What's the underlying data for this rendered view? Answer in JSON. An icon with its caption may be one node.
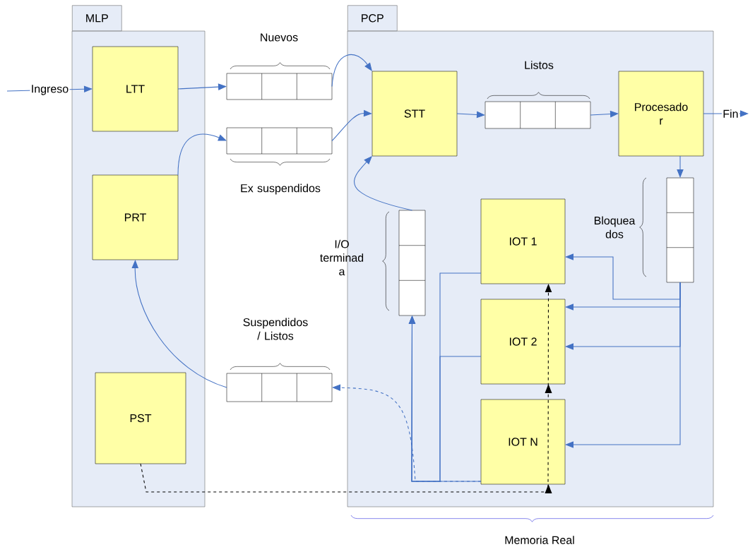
{
  "diagram": {
    "nodes": [
      {
        "text": [
          "MLP"
        ]
      },
      {
        "text": [
          "PCP"
        ]
      },
      {
        "text": [
          "LTT"
        ],
        "in": 0
      },
      {
        "text": [
          "PRT"
        ],
        "in": 0
      },
      {
        "text": [
          "PST"
        ],
        "in": 0
      },
      {
        "text": [
          "STT"
        ],
        "in": 1
      },
      {
        "text": [
          "Procesado r"
        ],
        "in": 1
      },
      {
        "text": [
          "IOT 1"
        ],
        "in": 1
      },
      {
        "text": [
          "IOT 2"
        ],
        "in": 1
      },
      {
        "text": [
          "IOT N"
        ],
        "in": 1
      },
      {
        "text": [],
        "shape": "box",
        "beside": [
          "Nuevos"
        ]
      },
      {
        "text": [],
        "shape": "box",
        "beside": [
          "Ex suspendidos"
        ]
      },
      {
        "text": [],
        "shape": "box",
        "beside": [
          "Listos"
        ],
        "in": 1
      },
      {
        "text": [],
        "shape": "box",
        "beside": [
          "Bloquea dos"
        ],
        "in": 1
      },
      {
        "text": [],
        "shape": "box",
        "beside": [
          "I/O terminad a"
        ],
        "in": 1
      },
      {
        "text": [],
        "shape": "box",
        "beside": [
          "Suspendidos / Listos"
        ]
      }
    ],
    "edges": [
      {
        "from": null,
        "to": 2,
        "arrow": "to",
        "label": "Ingreso"
      },
      {
        "from": 2,
        "to": 10,
        "arrow": "to"
      },
      {
        "from": 10,
        "to": 5,
        "arrow": "to"
      },
      {
        "from": 3,
        "to": 11,
        "arrow": "to"
      },
      {
        "from": 11,
        "to": 5,
        "arrow": "to"
      },
      {
        "from": 5,
        "to": 12,
        "arrow": "to"
      },
      {
        "from": 12,
        "to": 6,
        "arrow": "to"
      },
      {
        "from": 6,
        "to": null,
        "arrow": "to",
        "label": "Fin"
      },
      {
        "from": 6,
        "to": 13,
        "arrow": "to"
      },
      {
        "from": 13,
        "to": 7,
        "arrow": "to"
      },
      {
        "from": 13,
        "to": 8,
        "arrow": "to"
      },
      {
        "from": 13,
        "to": 8,
        "arrow": "to"
      },
      {
        "from": 13,
        "to": 9,
        "arrow": "to"
      },
      {
        "from": 7,
        "to": 14,
        "arrow": "to"
      },
      {
        "from": 8,
        "to": 14,
        "arrow": "to"
      },
      {
        "from": 9,
        "to": 14,
        "arrow": "to"
      },
      {
        "from": 14,
        "to": 5,
        "arrow": "to"
      },
      {
        "from": 9,
        "to": 15,
        "arrow": "to",
        "style": "dashed"
      },
      {
        "from": 15,
        "to": 3,
        "arrow": "to"
      },
      {
        "from": 4,
        "to": 9,
        "arrow": "to",
        "style": "dashed",
        "color": "#000000"
      },
      {
        "from": 4,
        "to": 8,
        "arrow": "to",
        "style": "dashed",
        "color": "#000000"
      },
      {
        "from": 4,
        "to": 7,
        "arrow": "to",
        "style": "dashed",
        "color": "#000000"
      }
    ],
    "labels": [
      "Memoria Real"
    ]
  }
}
